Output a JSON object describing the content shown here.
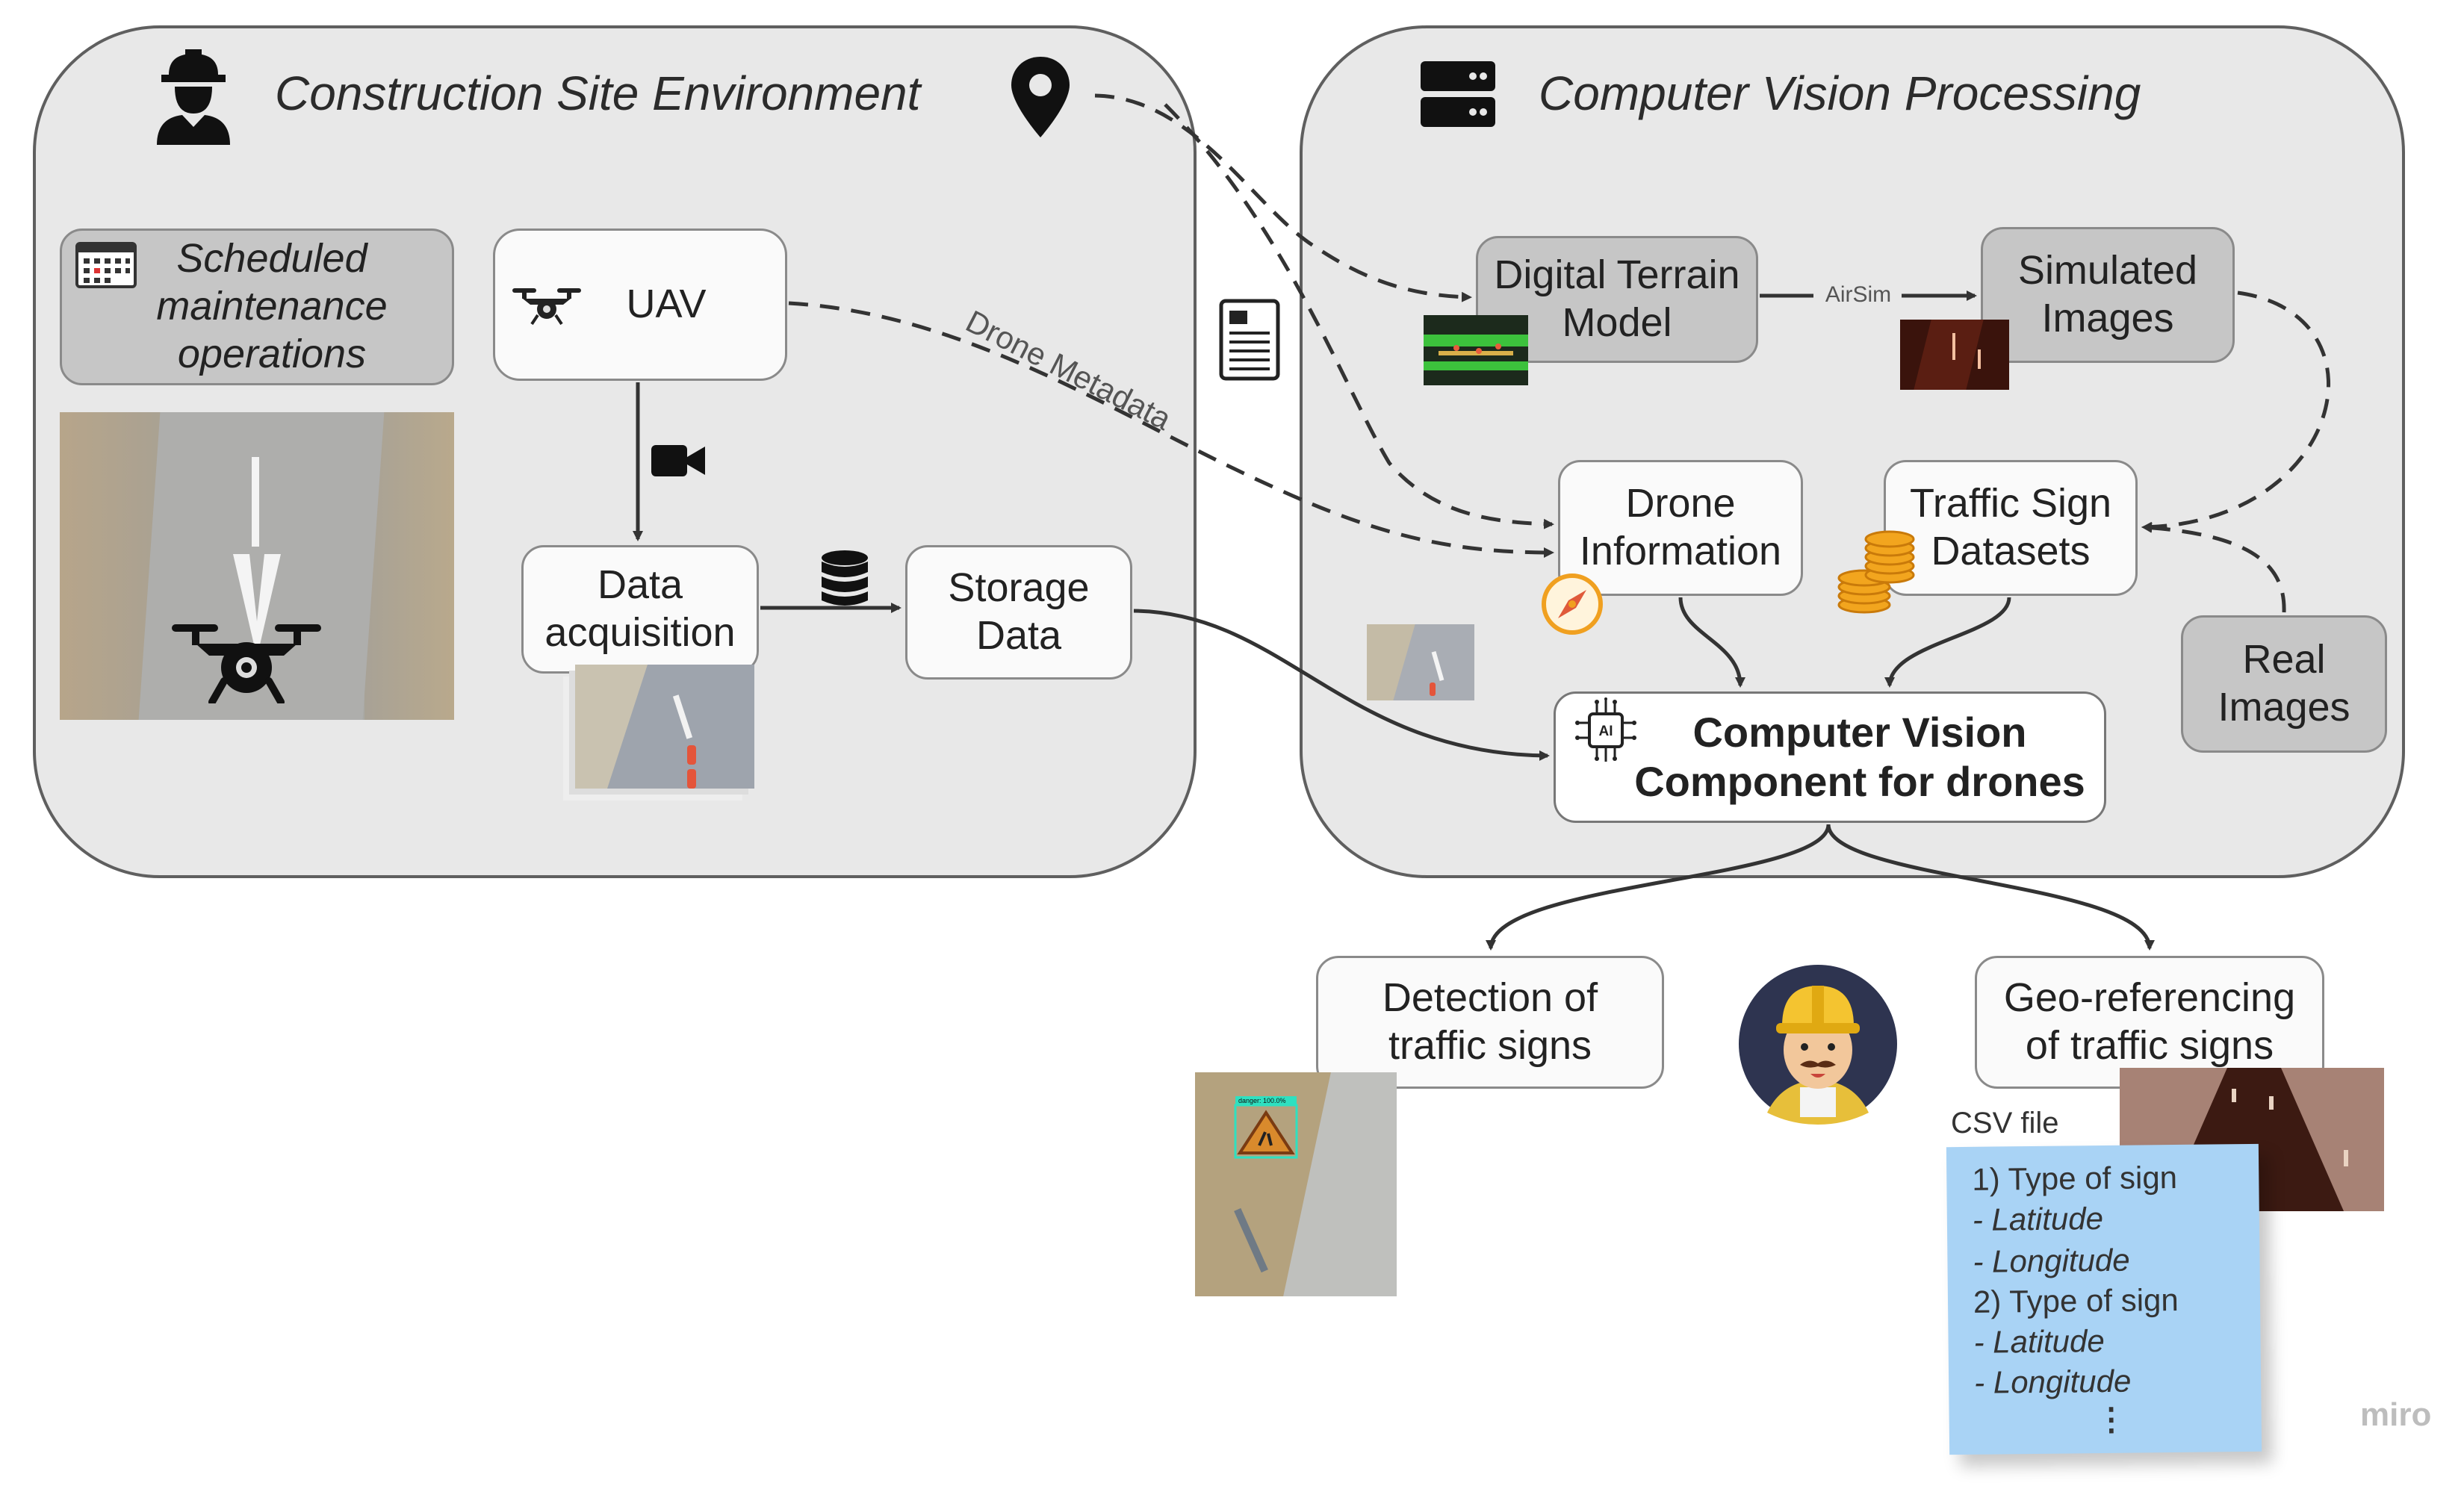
{
  "env_panel": {
    "title": "Construction Site Environment"
  },
  "cv_panel": {
    "title": "Computer Vision Processing"
  },
  "boxes": {
    "scheduled": "Scheduled\nmaintenance\noperations",
    "uav": "UAV",
    "data_acquisition": "Data\nacquisition",
    "storage": "Storage\nData",
    "dtm": "Digital Terrain\nModel",
    "simulated": "Simulated\nImages",
    "drone_info": "Drone\nInformation",
    "traffic_datasets": "Traffic Sign\nDatasets",
    "real_images": "Real\nImages",
    "cv_component": "Computer Vision\nComponent for drones",
    "detection": "Detection of\ntraffic signs",
    "georef": "Geo-referencing\nof traffic signs"
  },
  "edge_labels": {
    "drone_metadata": "Drone Metadata",
    "airsim": "AirSim"
  },
  "ai_chip_label": "AI",
  "detection_label": "danger: 100.0%",
  "csv": {
    "title": "CSV file",
    "lines": [
      "1) Type of sign",
      "-   Latitude",
      "-   Longitude",
      "2) Type of sign",
      "-   Latitude",
      "-   Longitude",
      "⋮"
    ]
  },
  "watermark": "miro",
  "icons": [
    "worker-icon",
    "location-pin-icon",
    "server-icon",
    "calendar-icon",
    "drone-icon",
    "video-camera-icon",
    "database-icon",
    "document-icon",
    "compass-icon",
    "coins-icon",
    "ai-chip-icon",
    "engineer-avatar"
  ],
  "colors": {
    "panel": "#e8e8e8",
    "gray_box": "#c6c6c6",
    "note": "#a9d3f5",
    "compass": "#f0a020",
    "coins": "#f2a51e"
  }
}
